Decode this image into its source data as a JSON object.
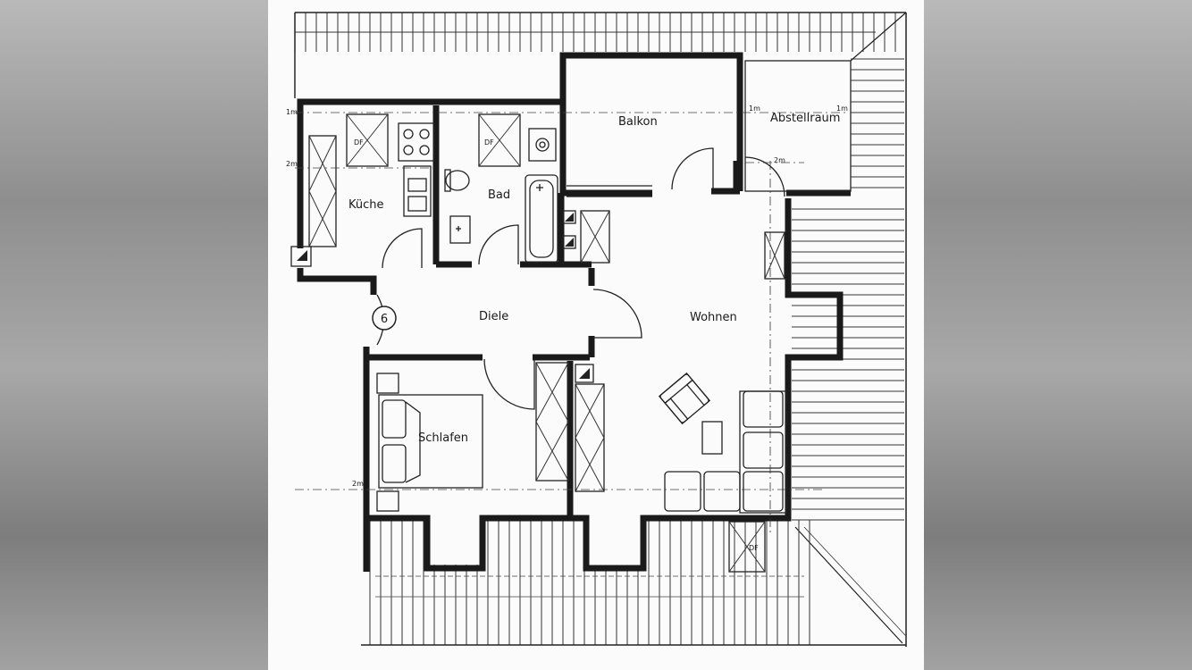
{
  "plan": {
    "rooms": {
      "balkon": "Balkon",
      "abstellraum": "Abstellraum",
      "kueche": "Küche",
      "bad": "Bad",
      "diele": "Diele",
      "wohnen": "Wohnen",
      "schlafen": "Schlafen"
    },
    "marks": {
      "df": "DF",
      "entrance_number": "6",
      "dim_1m": "1m",
      "dim_2m": "2m"
    }
  }
}
